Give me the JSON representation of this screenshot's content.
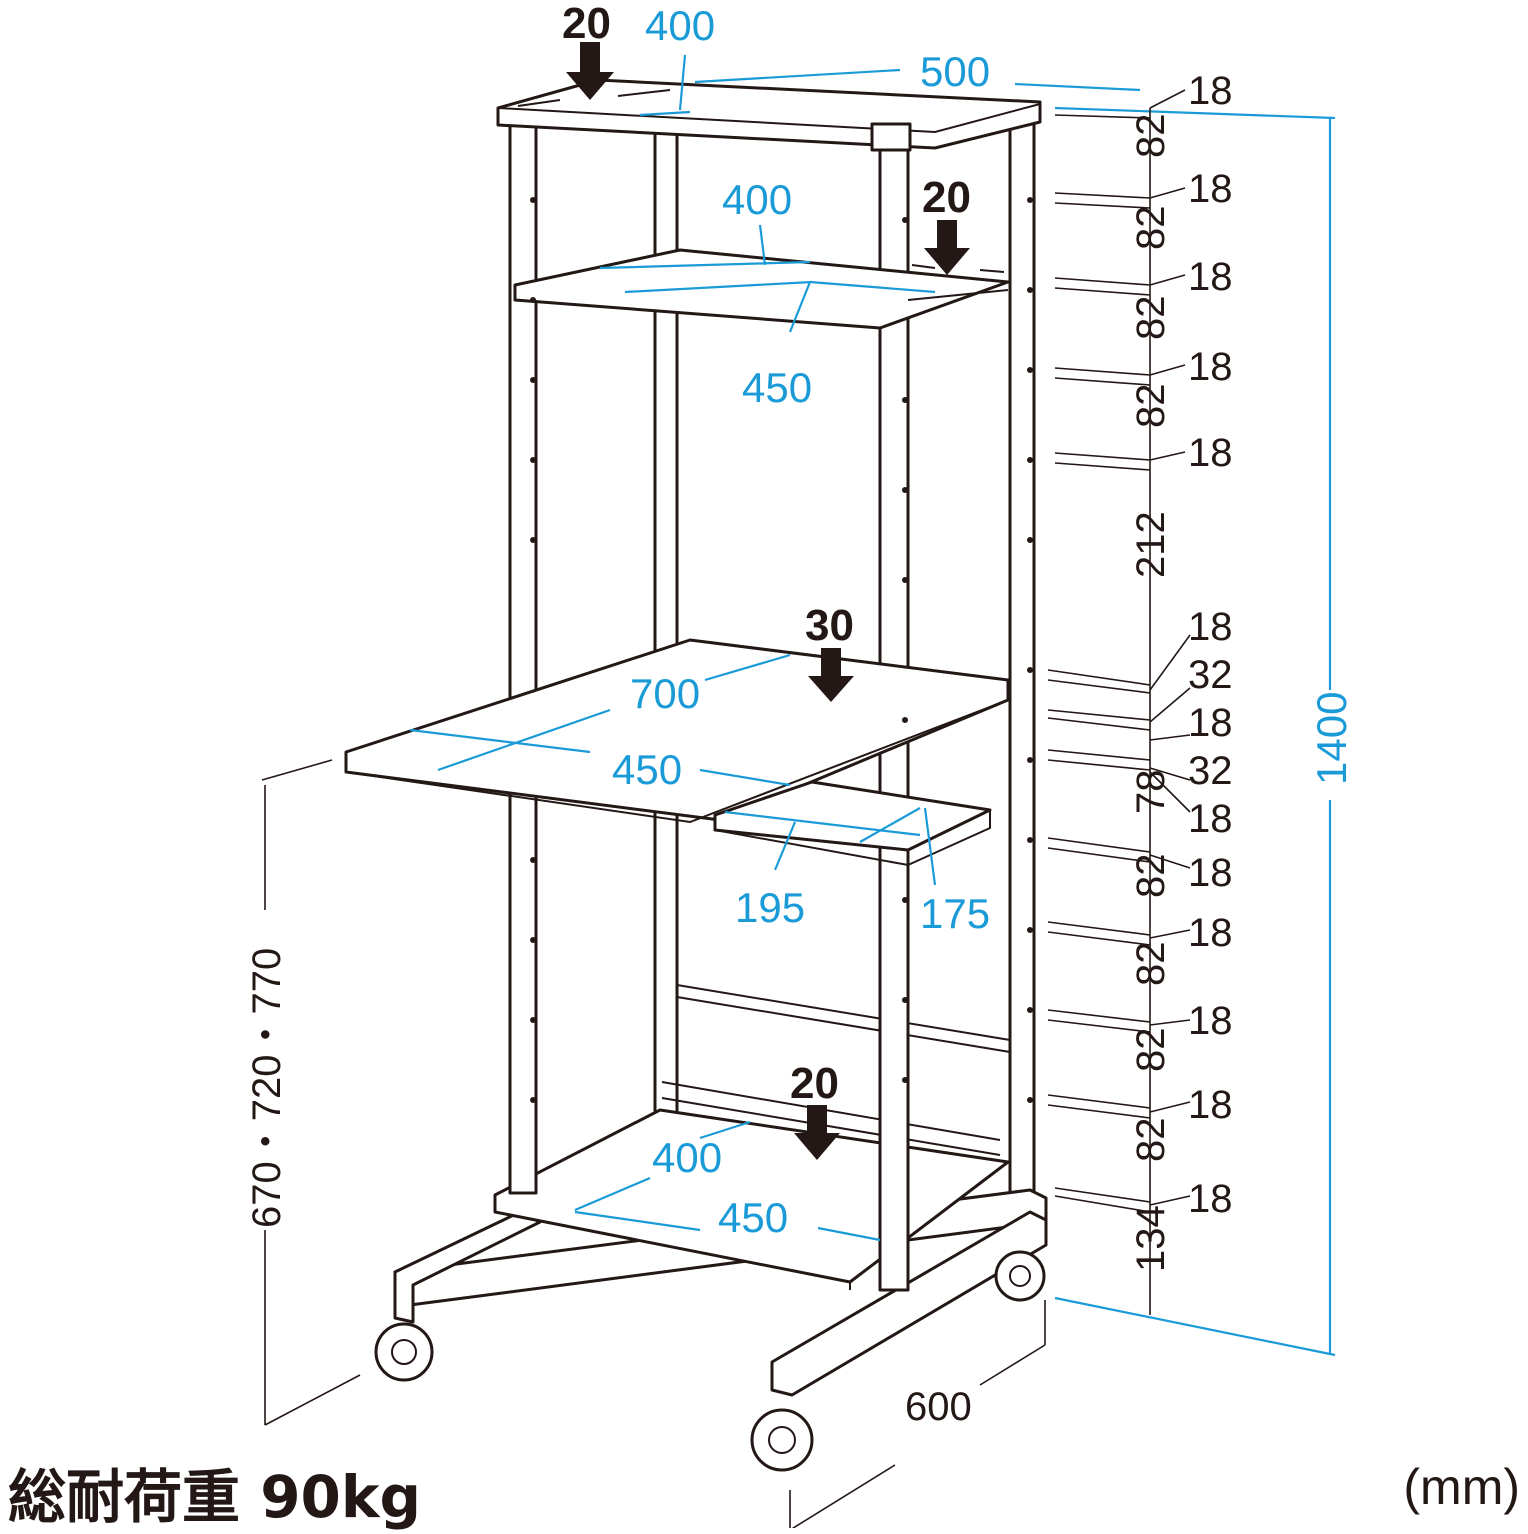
{
  "loads": {
    "top": "20",
    "upper_shelf": "20",
    "keyboard_shelf": "30",
    "bottom_shelf": "20"
  },
  "top_dims": {
    "depth": "400",
    "width": "500"
  },
  "upper_shelf_dims": {
    "depth": "400",
    "width": "450"
  },
  "keyboard_dims": {
    "width": "700",
    "depth": "450"
  },
  "mouse_shelf_dims": {
    "width": "195",
    "depth": "175"
  },
  "bottom_shelf_dims": {
    "depth": "400",
    "width": "450"
  },
  "base_depth": "600",
  "desk_height": "670・720・770",
  "total_height": "1400",
  "pitch_labels": [
    "18",
    "82",
    "18",
    "82",
    "18",
    "82",
    "18",
    "82",
    "18",
    "212",
    "18",
    "32",
    "18",
    "32",
    "18",
    "78",
    "18",
    "82",
    "18",
    "82",
    "18",
    "82",
    "18",
    "82",
    "18",
    "134"
  ],
  "footer": {
    "total_load": "総耐荷重 90kg",
    "unit": "(mm)"
  }
}
